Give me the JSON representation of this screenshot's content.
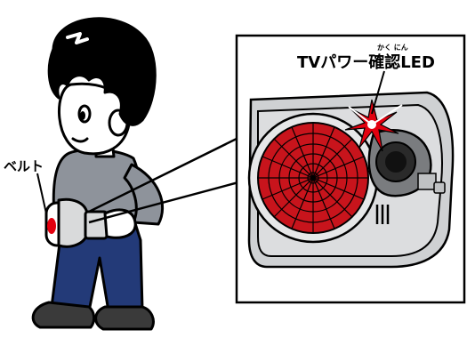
{
  "labels": {
    "belt": "ベルト",
    "led_title": "TVパワー確認LED",
    "furigana": "かく にん"
  },
  "colors": {
    "outline": "#000000",
    "shirt": "#8e939b",
    "pants": "#233a78",
    "skin": "#ffffff",
    "hair": "#000000",
    "belt_device": "#d9dadb",
    "led_red": "#e3000f",
    "speaker_red": "#c8141c",
    "device_body": "#cfd1d3",
    "shoes": "#3a3a3a"
  },
  "icons": [
    "speaker-grille",
    "led-glow",
    "lens-window"
  ]
}
